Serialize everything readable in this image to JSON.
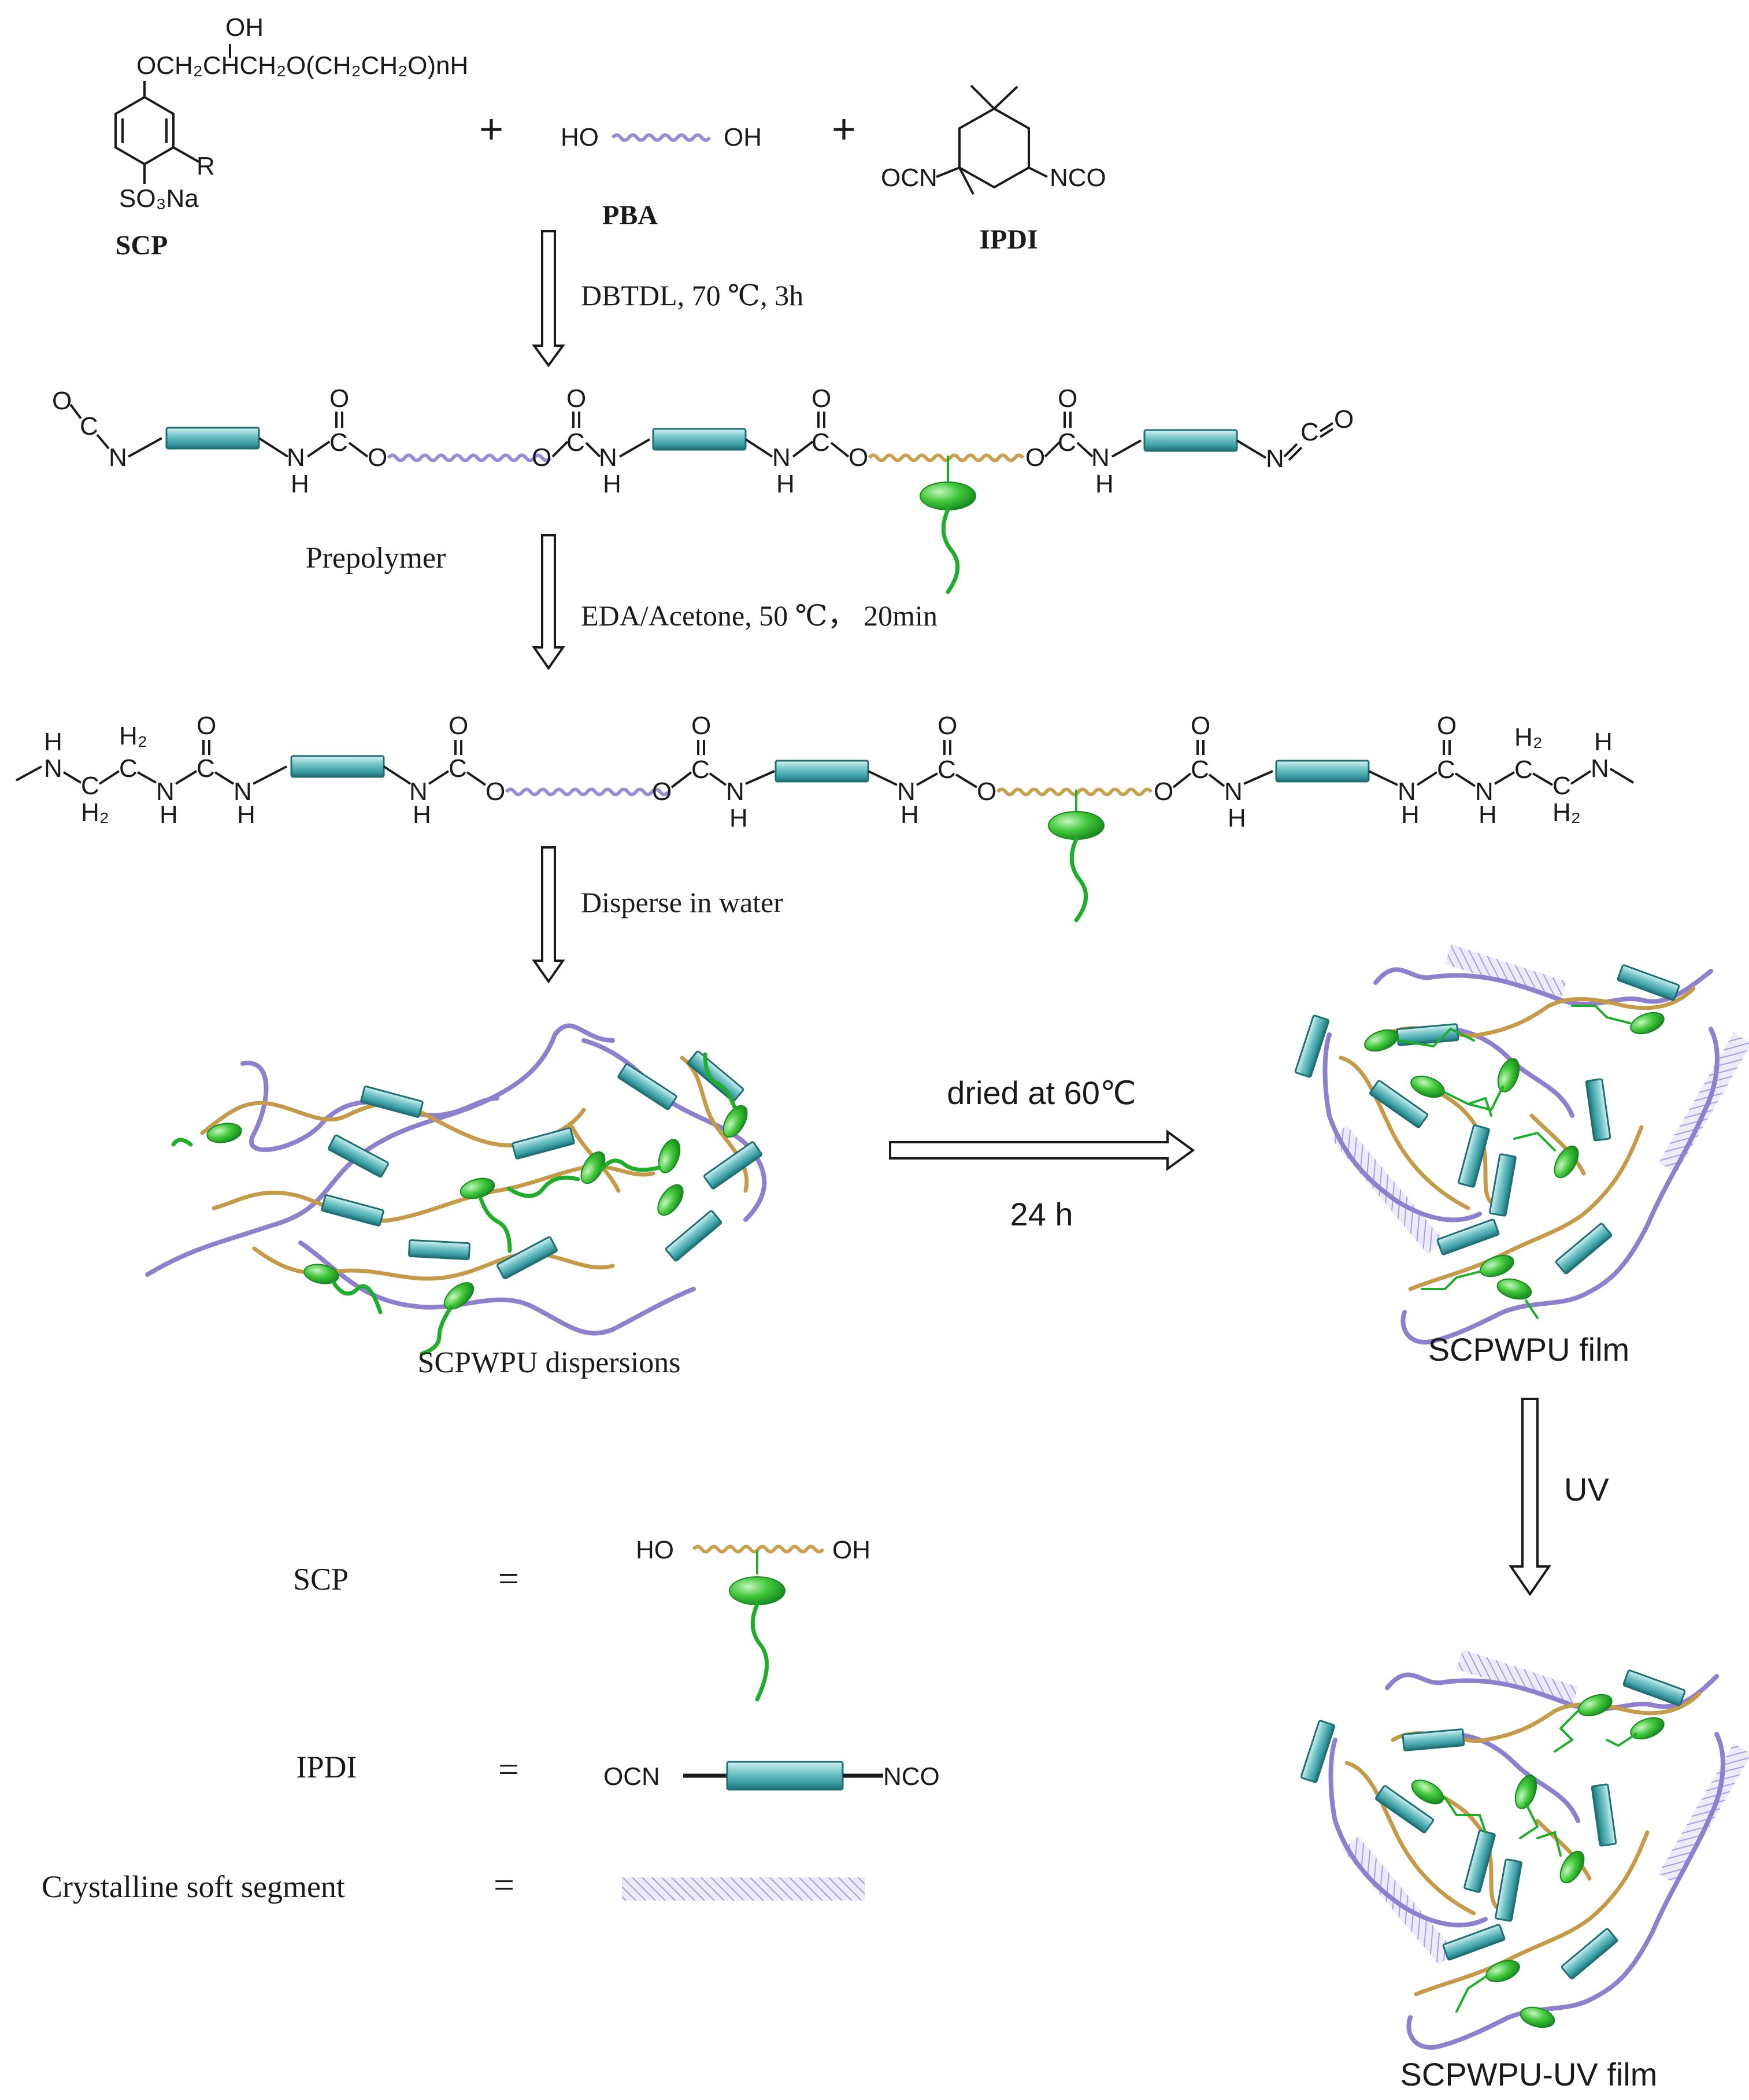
{
  "reactants": {
    "scp": {
      "label": "SCP",
      "oh": "OH",
      "chain": "OCH₂CHCH₂O(CH₂CH₂O)nH",
      "r": "R",
      "so3na": "SO₃Na"
    },
    "plus1": "+",
    "plus2": "+",
    "pba": {
      "label": "PBA",
      "ho": "HO",
      "oh": "OH"
    },
    "ipdi": {
      "label": "IPDI",
      "ocn": "OCN",
      "nco": "NCO"
    }
  },
  "steps": {
    "step1": "DBTDL, 70 ℃, 3h",
    "step2": "EDA/Acetone, 50 ℃， 20min",
    "step3": "Disperse in water",
    "dry_top": "dried at 60℃",
    "dry_bottom": "24 h",
    "uv": "UV"
  },
  "prepolymer": {
    "label": "Prepolymer",
    "o": "O",
    "c": "C",
    "n": "N",
    "h": "H"
  },
  "extended": {
    "h2": "H₂",
    "c": "C",
    "n": "N",
    "h": "H",
    "o": "O"
  },
  "products": {
    "dispersion": "SCPWPU dispersions",
    "film": "SCPWPU film",
    "uv_film": "SCPWPU-UV film"
  },
  "legend": {
    "scp": {
      "label": "SCP",
      "eq": "=",
      "ho": "HO",
      "oh": "OH"
    },
    "ipdi": {
      "label": "IPDI",
      "eq": "=",
      "ocn": "OCN",
      "nco": "NCO"
    },
    "crystal": {
      "label": "Crystalline soft segment",
      "eq": "="
    }
  },
  "colors": {
    "ipdi_block": "#3fa9ad",
    "pba_chain": "#9a8bd6",
    "scp_chain": "#c9a14e",
    "scp_pendant": "#1fae2c",
    "crystalline": "#b9b0e6"
  }
}
